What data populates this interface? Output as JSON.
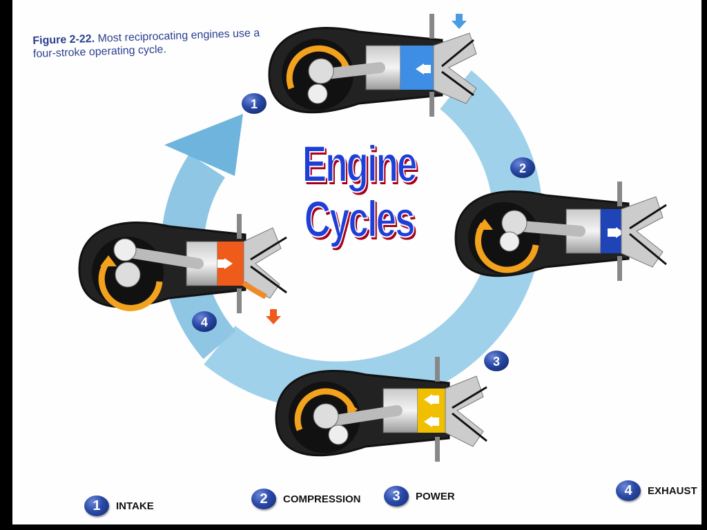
{
  "figure": {
    "caption_label": "Figure 2-22.",
    "caption_text": "Most reciprocating engines use a four-stroke operating cycle.",
    "title": "Engine Cycles"
  },
  "strokes": [
    {
      "number": "1",
      "label": "INTAKE"
    },
    {
      "number": "2",
      "label": "COMPRESSION"
    },
    {
      "number": "3",
      "label": "POWER"
    },
    {
      "number": "4",
      "label": "EXHAUST"
    }
  ],
  "colors": {
    "intake_chamber": "#3f8ee6",
    "compression_chamber": "#1f44b8",
    "power_chamber": "#f0c000",
    "exhaust_chamber": "#ef5b1a",
    "cycle_arrow": "#9bcfe9",
    "crank_arrow": "#f2a21c",
    "badge": "#2a4aa8",
    "title": "#1d3fd8"
  },
  "icons": [
    "rotation-arrow-icon",
    "flow-arrow-icon",
    "spark-plug-icon",
    "cycle-arrow-icon"
  ]
}
